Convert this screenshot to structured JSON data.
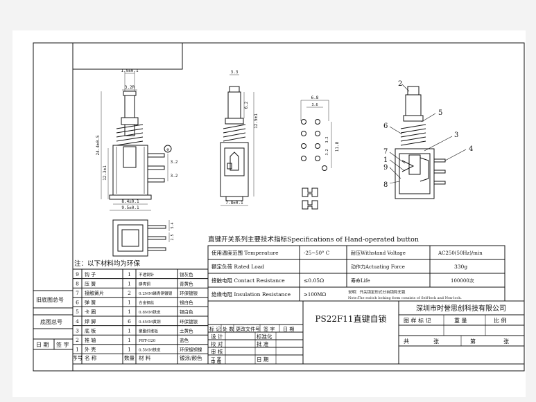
{
  "spec": {
    "title": "直键开关系列主要技术指标Specifications of Hand-operated button",
    "rows": [
      {
        "label": "使用温度范围 Temperature",
        "value": "-25~50° C",
        "label2": "耐压Withstand Voltage",
        "value2": "AC250(50Hz)/min"
      },
      {
        "label": "额定负荷 Rated Load",
        "value": "",
        "label2": "动作力Actuating Force",
        "value2": "330g"
      },
      {
        "label": "接触电阻 Contact Resistance",
        "value": "≤0.05Ω",
        "label2": "寿命Life",
        "value2": "100000次"
      },
      {
        "label": "绝缘电阻 Insulation Resistance",
        "value": "≥100MΩ",
        "note1": "说明：开关锁定形式分自锁和无锁",
        "note2": "Note:The switch locking form consists of Self-lock and Non-lock."
      }
    ]
  },
  "materials": {
    "note": "注：以下材料均为环保",
    "headers": {
      "no": "序号",
      "name": "名 称",
      "qty": "数量",
      "material": "材 料",
      "finish": "镀涂/颜色"
    },
    "items": [
      {
        "no": "9",
        "name": "钩 子",
        "qty": "1",
        "material": "不透钢针",
        "finish": "银灰色"
      },
      {
        "no": "8",
        "name": "压 簧",
        "qty": "1",
        "material": "磷青铜",
        "finish": "青黄色"
      },
      {
        "no": "7",
        "name": "接触簧片",
        "qty": "2",
        "material": "0.2MM磷青铜镀银",
        "finish": "环保镀银"
      },
      {
        "no": "6",
        "name": "弹 簧",
        "qty": "1",
        "material": "合金钢丝",
        "finish": "银白色"
      },
      {
        "no": "5",
        "name": "卡 圈",
        "qty": "1",
        "material": "0.8MM铁皮",
        "finish": "银白色"
      },
      {
        "no": "4",
        "name": "焊 脚",
        "qty": "6",
        "material": "0.4MM黄铜",
        "finish": "环保镀银"
      },
      {
        "no": "3",
        "name": "底 板",
        "qty": "1",
        "material": "聚酯纤维板",
        "finish": "土黄色"
      },
      {
        "no": "2",
        "name": "推 轴",
        "qty": "1",
        "material": "PBT-G20",
        "finish": "蓝色"
      },
      {
        "no": "1",
        "name": "外 壳",
        "qty": "1",
        "material": "0.5MM铁皮",
        "finish": "环保镀铜镍"
      }
    ]
  },
  "side_labels": {
    "trace": "旧底图总号",
    "base": "底图总号",
    "date": "日 期",
    "sign": "签 字"
  },
  "title_block": {
    "company": "深圳市时誉思创科技有限公司",
    "product": "PS22F11直键自锁",
    "rev_headers": [
      "标 记",
      "处 数",
      "更改文件号",
      "签 字",
      "日 期"
    ],
    "roles": [
      "设 计",
      "校 对",
      "审 核",
      "工 艺",
      "审 核"
    ],
    "roles_right": [
      "标准化",
      "批 准",
      "",
      "日 期"
    ],
    "mark_labels": [
      "图 样 标 记",
      "重 量",
      "比 例"
    ],
    "sheet_labels": [
      "共",
      "张",
      "第",
      "张"
    ]
  },
  "dims": {
    "top_w": "1.9±0.1",
    "top_w2": "3.2R",
    "overall_h": "24.4±0.5",
    "body_h": "12.3±1",
    "body_w": "8.4±0.1",
    "base_w": "9.5±0.1",
    "pin_sp1": "3.2",
    "pin_sp2": "3.2",
    "circ": "⊕",
    "side_top": "3.3",
    "side_stroke": "6.2",
    "side_h": "12.5±1",
    "side_w": "7.8±0.1",
    "pcb_w": "6.8",
    "pcb_w2": "3.6",
    "pcb_h": "11.8",
    "pcb_p1": "3.2",
    "pcb_p2": "3.2",
    "bot_h1": "5.4",
    "bot_h2": "2.5"
  },
  "balloons": [
    "2",
    "5",
    "6",
    "3",
    "4",
    "7",
    "1",
    "9",
    "8"
  ]
}
